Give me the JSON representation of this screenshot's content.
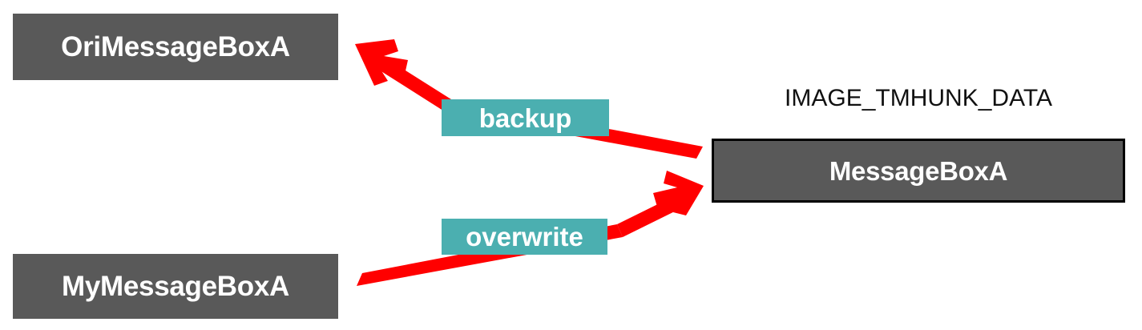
{
  "diagram": {
    "title_caption": "IMAGE_TMHUNK_DATA",
    "background_color": "#ffffff",
    "nodes": [
      {
        "id": "ori",
        "label": "OriMessageBoxA",
        "fill": "#595959",
        "text_color": "#ffffff",
        "border": "none"
      },
      {
        "id": "my",
        "label": "MyMessageBoxA",
        "fill": "#595959",
        "text_color": "#ffffff",
        "border": "none"
      },
      {
        "id": "target",
        "label": "MessageBoxA",
        "fill": "#595959",
        "text_color": "#ffffff",
        "border": "#000000"
      }
    ],
    "edges": [
      {
        "id": "backup",
        "label": "backup",
        "from": "target",
        "to": "ori",
        "color": "#FF0000",
        "label_fill": "#4BAFB0",
        "label_text_color": "#ffffff"
      },
      {
        "id": "overwrite",
        "label": "overwrite",
        "from": "my",
        "to": "target",
        "color": "#FF0000",
        "label_fill": "#4BAFB0",
        "label_text_color": "#ffffff"
      }
    ]
  }
}
